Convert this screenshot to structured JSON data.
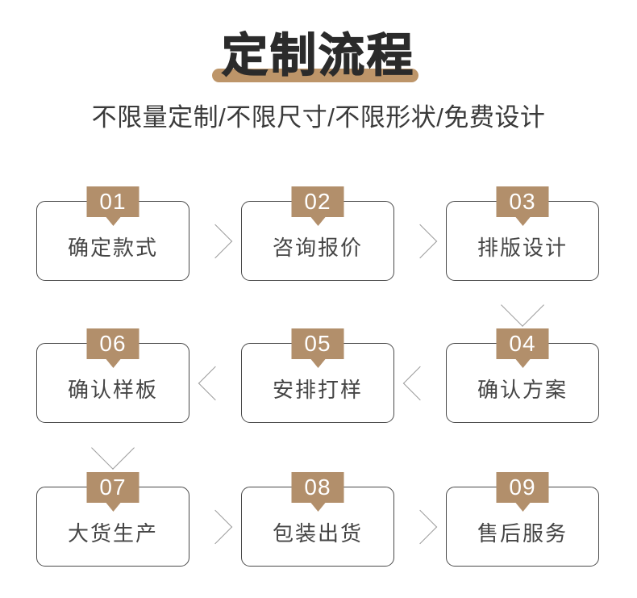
{
  "header": {
    "title": "定制流程",
    "subtitle": "不限量定制/不限尺寸/不限形状/免费设计"
  },
  "flow": {
    "steps": [
      {
        "number": "01",
        "label": "确定款式"
      },
      {
        "number": "02",
        "label": "咨询报价"
      },
      {
        "number": "03",
        "label": "排版设计"
      },
      {
        "number": "04",
        "label": "确认方案"
      },
      {
        "number": "05",
        "label": "安排打样"
      },
      {
        "number": "06",
        "label": "确认样板"
      },
      {
        "number": "07",
        "label": "大货生产"
      },
      {
        "number": "08",
        "label": "包装出货"
      },
      {
        "number": "09",
        "label": "售后服务"
      }
    ],
    "direction": "serpentine",
    "arrows": [
      "right",
      "right",
      "down",
      "left",
      "left",
      "down",
      "right",
      "right"
    ]
  },
  "colors": {
    "badge_accent": "#b28f6b",
    "title_underline": "#bd9569",
    "card_border": "#4a4a4a",
    "arrow_gray": "#9c9c9c",
    "title_text": "#2b2b2b",
    "background": "#ffffff"
  }
}
